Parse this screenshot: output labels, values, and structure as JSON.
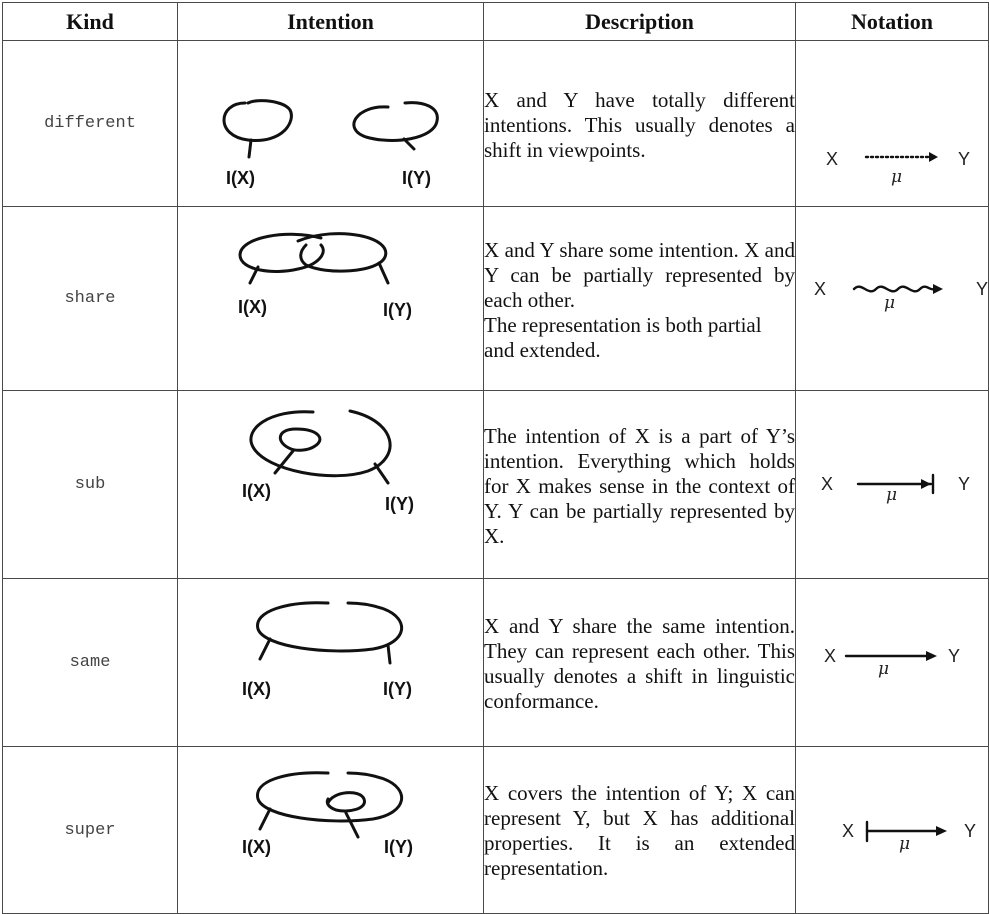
{
  "headers": {
    "kind": "Kind",
    "intention": "Intention",
    "description": "Description",
    "notation": "Notation"
  },
  "rows": [
    {
      "kind": "different",
      "label_x": "I(X)",
      "label_y": "I(Y)",
      "description": "X and Y have totally different intentions. This usually denotes a shift in viewpoints.",
      "notation": {
        "from": "X",
        "to": "Y",
        "symbol": "μ",
        "arrow_style": "dotted"
      }
    },
    {
      "kind": "share",
      "label_x": "I(X)",
      "label_y": "I(Y)",
      "description": "X and Y share some intention. X and Y can be partially represented by each other.",
      "description_2": "The representation is both partial and extended.",
      "notation": {
        "from": "X",
        "to": "Y",
        "symbol": "μ",
        "arrow_style": "wavy"
      }
    },
    {
      "kind": "sub",
      "label_x": "I(X)",
      "label_y": "I(Y)",
      "description": "The intention of X is a part of Y’s intention. Everything which holds for X makes sense in the context of Y. Y can be partially represented by X.",
      "notation": {
        "from": "X",
        "to": "Y",
        "symbol": "μ",
        "arrow_style": "bar-end"
      }
    },
    {
      "kind": "same",
      "label_x": "I(X)",
      "label_y": "I(Y)",
      "description": "X and Y share the same intention. They can represent each other. This usually denotes a shift in linguistic conformance.",
      "notation": {
        "from": "X",
        "to": "Y",
        "symbol": "μ",
        "arrow_style": "solid"
      }
    },
    {
      "kind": "super",
      "label_x": "I(X)",
      "label_y": "I(Y)",
      "description": "X covers the intention of Y; X can represent Y, but X has additional properties. It is an extended representation.",
      "notation": {
        "from": "X",
        "to": "Y",
        "symbol": "μ",
        "arrow_style": "bar-start"
      }
    }
  ]
}
